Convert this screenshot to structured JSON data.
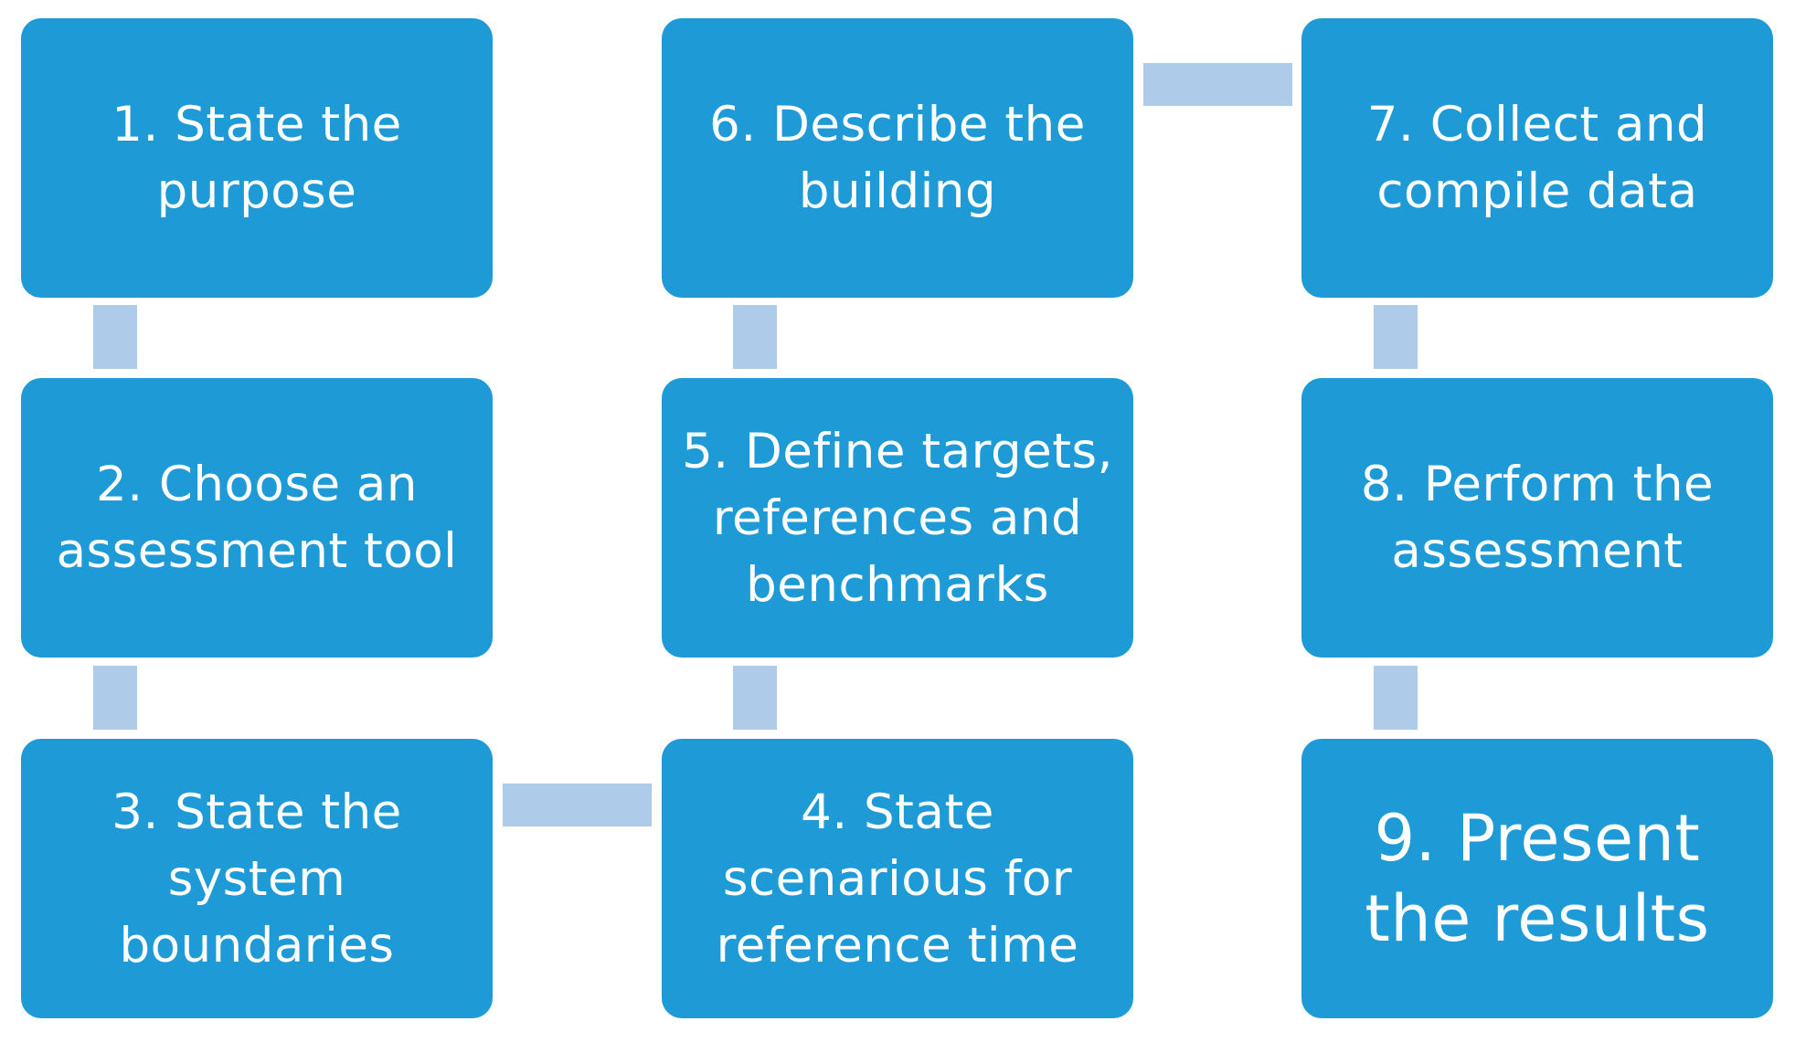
{
  "steps": [
    {
      "number": 1,
      "label": "1. State the\npurpose"
    },
    {
      "number": 2,
      "label": "2. Choose an\nassessment tool"
    },
    {
      "number": 3,
      "label": "3. State the\nsystem\nboundaries"
    },
    {
      "number": 4,
      "label": "4. State\nscenarious for\nreference time"
    },
    {
      "number": 5,
      "label": "5. Define targets,\nreferences and\nbenchmarks"
    },
    {
      "number": 6,
      "label": "6. Describe the\nbuilding"
    },
    {
      "number": 7,
      "label": "7. Collect and\ncompile data"
    },
    {
      "number": 8,
      "label": "8. Perform the\nassessment"
    },
    {
      "number": 9,
      "label": "9. Present\nthe results"
    }
  ],
  "colors": {
    "box_fill": "#1e9bd7",
    "connector": "#aecbe9",
    "text": "#ffffff"
  }
}
